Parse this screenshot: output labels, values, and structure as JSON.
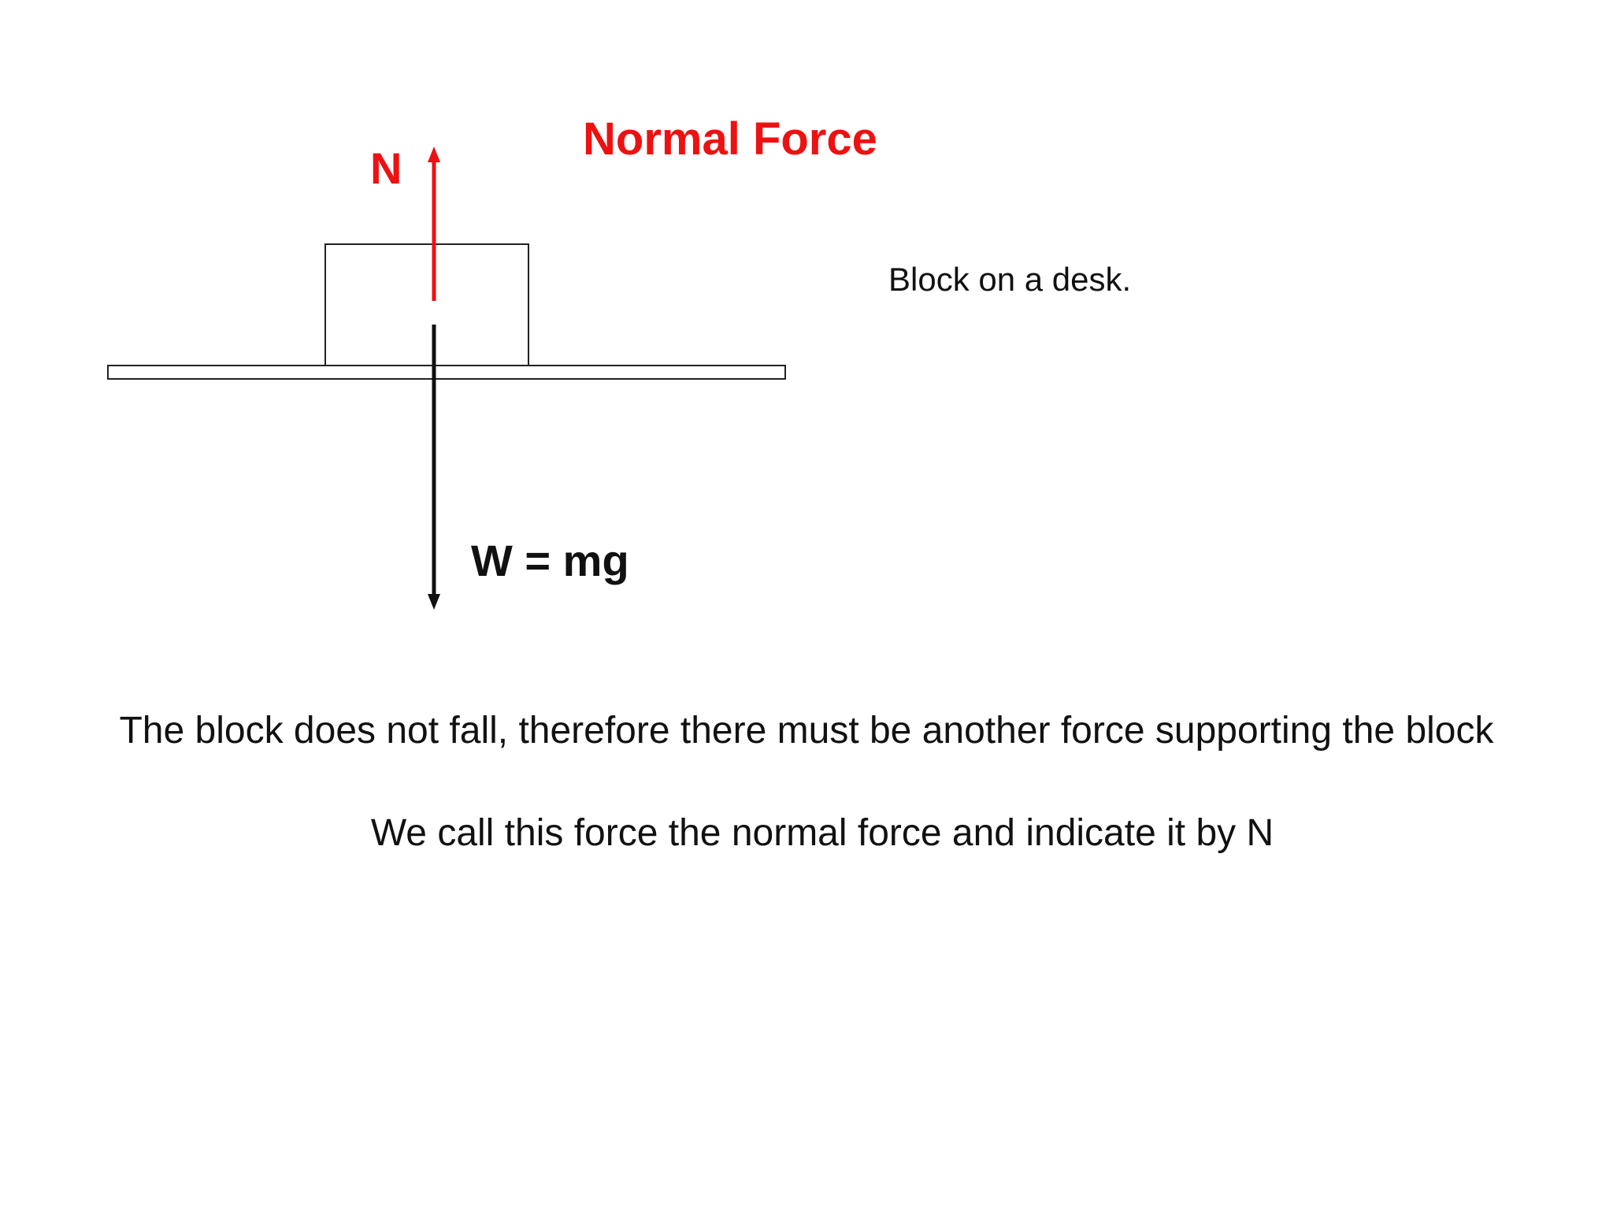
{
  "title": "Normal Force",
  "caption": "Block on a desk.",
  "labels": {
    "normal": "N",
    "weight": "W = mg"
  },
  "text": {
    "line1": "The block does not fall, therefore there must be another force supporting the block",
    "line2": "We call this force the normal force and indicate it by N"
  },
  "colors": {
    "normal_force": "#ee1111",
    "weight_force": "#111111",
    "outline": "#222222"
  }
}
